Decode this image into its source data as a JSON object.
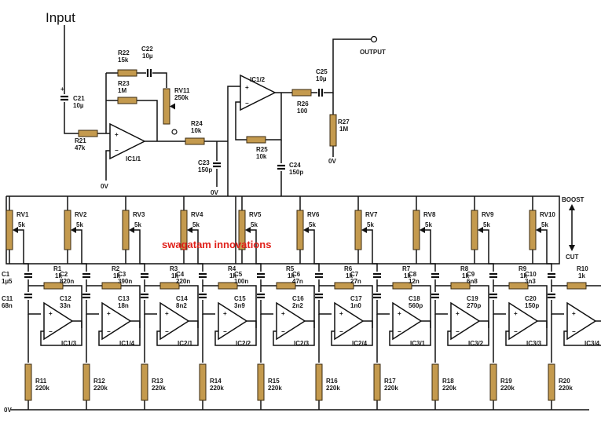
{
  "title": "Input",
  "output_label": "OUTPUT",
  "watermark": "swagatam innovations",
  "ground_label": "0V",
  "boost_label": "BOOST",
  "cut_label": "CUT",
  "colors": {
    "wire": "#111111",
    "resistor": "#c49a4e",
    "resistor_stroke": "#3a2a10",
    "watermark": "#e0201a"
  },
  "input_stage": {
    "c21": [
      "C21",
      "10µ"
    ],
    "r21": [
      "R21",
      "47k"
    ],
    "r22": [
      "R22",
      "15k"
    ],
    "c22": [
      "C22",
      "10µ"
    ],
    "r23": [
      "R23",
      "1M"
    ],
    "rv11": [
      "RV11",
      "250k"
    ],
    "ic11": "IC1/1",
    "r24": [
      "R24",
      "10k"
    ],
    "c23": [
      "C23",
      "150p"
    ],
    "ic12": "IC1/2",
    "r25": [
      "R25",
      "10k"
    ],
    "c24": [
      "C24",
      "150p"
    ],
    "r26": [
      "R26",
      "100"
    ],
    "c25": [
      "C25",
      "10µ"
    ],
    "r27": [
      "R27",
      "1M"
    ]
  },
  "bands": [
    {
      "rv": "RV1",
      "rvv": "5k",
      "r": "R1",
      "rv_": "1k",
      "c1": "C1",
      "c1v": "1µ5",
      "c2": "C11",
      "c2v": "68n",
      "ic": "IC1/3",
      "rg": "R11",
      "rgv": "220k"
    },
    {
      "rv": "RV2",
      "rvv": "5k",
      "r": "R2",
      "rv_": "1k",
      "c1": "C2",
      "c1v": "820n",
      "c2": "C12",
      "c2v": "33n",
      "ic": "IC1/4",
      "rg": "R12",
      "rgv": "220k"
    },
    {
      "rv": "RV3",
      "rvv": "5k",
      "r": "R3",
      "rv_": "1k",
      "c1": "C3",
      "c1v": "390n",
      "c2": "C13",
      "c2v": "18n",
      "ic": "IC2/1",
      "rg": "R13",
      "rgv": "220k"
    },
    {
      "rv": "RV4",
      "rvv": "5k",
      "r": "R4",
      "rv_": "1k",
      "c1": "C4",
      "c1v": "220n",
      "c2": "C14",
      "c2v": "8n2",
      "ic": "IC2/2",
      "rg": "R14",
      "rgv": "220k"
    },
    {
      "rv": "RV5",
      "rvv": "5k",
      "r": "R5",
      "rv_": "1k",
      "c1": "C5",
      "c1v": "100n",
      "c2": "C15",
      "c2v": "3n9",
      "ic": "IC2/3",
      "rg": "R15",
      "rgv": "220k"
    },
    {
      "rv": "RV6",
      "rvv": "5k",
      "r": "R6",
      "rv_": "1k",
      "c1": "C6",
      "c1v": "47n",
      "c2": "C16",
      "c2v": "2n2",
      "ic": "IC2/4",
      "rg": "R16",
      "rgv": "220k"
    },
    {
      "rv": "RV7",
      "rvv": "5k",
      "r": "R7",
      "rv_": "1k",
      "c1": "C7",
      "c1v": "27n",
      "c2": "C17",
      "c2v": "1n0",
      "ic": "IC3/1",
      "rg": "R17",
      "rgv": "220k"
    },
    {
      "rv": "RV8",
      "rvv": "5k",
      "r": "R8",
      "rv_": "1k",
      "c1": "C8",
      "c1v": "12n",
      "c2": "C18",
      "c2v": "560p",
      "ic": "IC3/2",
      "rg": "R18",
      "rgv": "220k"
    },
    {
      "rv": "RV9",
      "rvv": "5k",
      "r": "R9",
      "rv_": "1k",
      "c1": "C9",
      "c1v": "6n8",
      "c2": "C19",
      "c2v": "270p",
      "ic": "IC3/3",
      "rg": "R19",
      "rgv": "220k"
    },
    {
      "rv": "RV10",
      "rvv": "5k",
      "r": "R10",
      "rv_": "1k",
      "c1": "C10",
      "c1v": "3n3",
      "c2": "C20",
      "c2v": "150p",
      "ic": "IC3/4",
      "rg": "R20",
      "rgv": "220k"
    }
  ]
}
